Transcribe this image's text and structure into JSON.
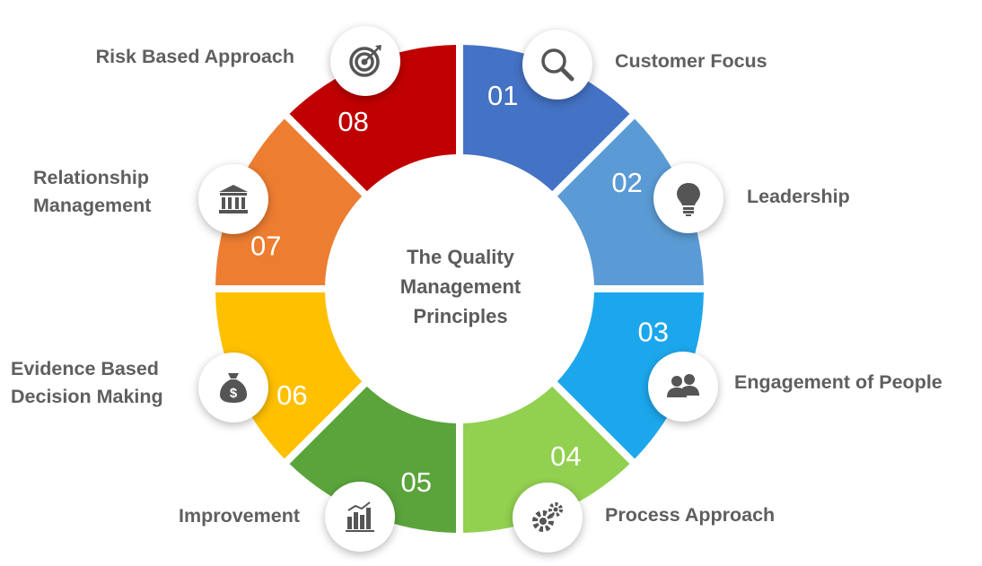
{
  "title_lines": [
    "The Quality",
    "Management",
    "Principles"
  ],
  "principles": [
    {
      "number": "01",
      "label_lines": [
        "Customer Focus"
      ],
      "color": "#4472C4",
      "icon": "magnifier-icon"
    },
    {
      "number": "02",
      "label_lines": [
        "Leadership"
      ],
      "color": "#5B9BD5",
      "icon": "lightbulb-icon"
    },
    {
      "number": "03",
      "label_lines": [
        "Engagement of People"
      ],
      "color": "#1CA7EC",
      "icon": "people-icon"
    },
    {
      "number": "04",
      "label_lines": [
        "Process Approach"
      ],
      "color": "#92D050",
      "icon": "gears-icon"
    },
    {
      "number": "05",
      "label_lines": [
        "Improvement"
      ],
      "color": "#5BA43C",
      "icon": "bar-chart-icon"
    },
    {
      "number": "06",
      "label_lines": [
        "Evidence Based",
        "Decision Making"
      ],
      "color": "#FFC000",
      "icon": "money-bag-icon"
    },
    {
      "number": "07",
      "label_lines": [
        "Relationship",
        "Management"
      ],
      "color": "#ED7D31",
      "icon": "bank-icon"
    },
    {
      "number": "08",
      "label_lines": [
        "Risk Based Approach"
      ],
      "color": "#C00000",
      "icon": "target-icon"
    }
  ]
}
